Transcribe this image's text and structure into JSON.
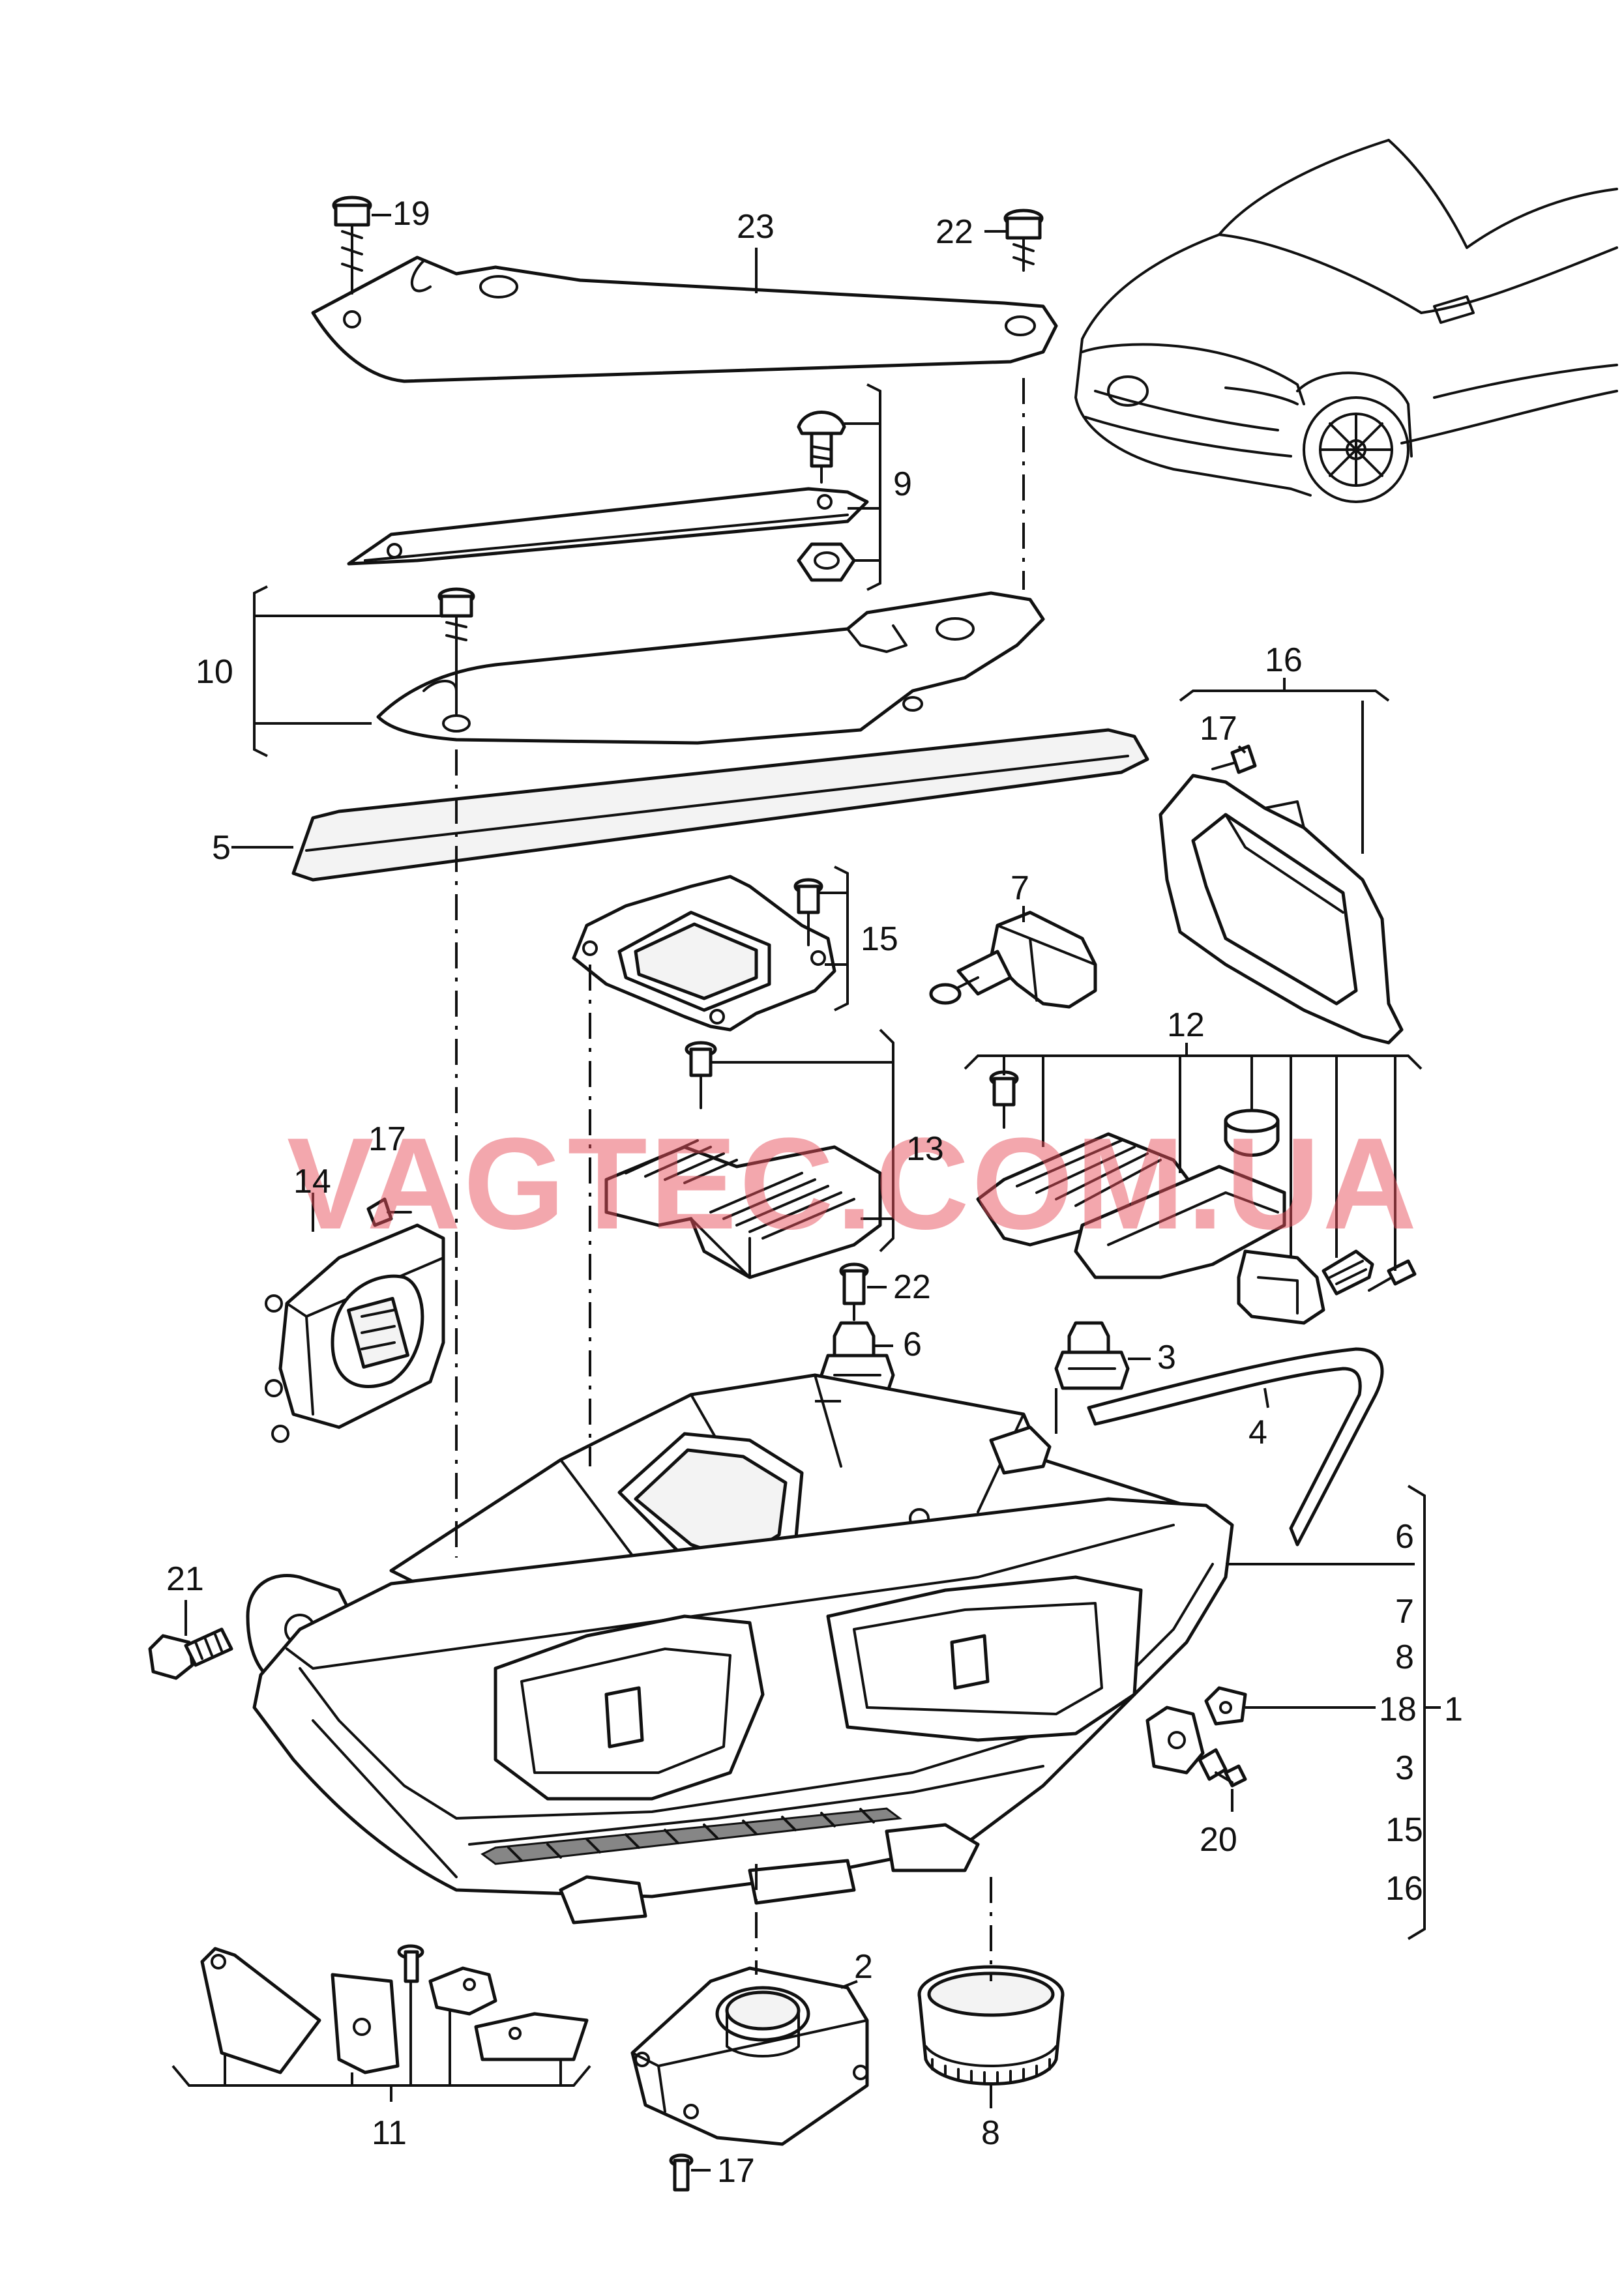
{
  "watermark": "VAGTEC.COM.UA",
  "callouts": {
    "c1": "1",
    "c2": "2",
    "c3a": "3",
    "c3b": "3",
    "c4": "4",
    "c5": "5",
    "c6a": "6",
    "c6b": "6",
    "c7a": "7",
    "c7b": "7",
    "c8a": "8",
    "c8b": "8",
    "c9": "9",
    "c10": "10",
    "c11": "11",
    "c12": "12",
    "c13": "13",
    "c14": "14",
    "c15a": "15",
    "c15b": "15",
    "c16a": "16",
    "c16b": "16",
    "c17a": "17",
    "c17b": "17",
    "c17c": "17",
    "c18": "18",
    "c19": "19",
    "c20": "20",
    "c21": "21",
    "c22a": "22",
    "c22b": "22",
    "c23": "23"
  }
}
